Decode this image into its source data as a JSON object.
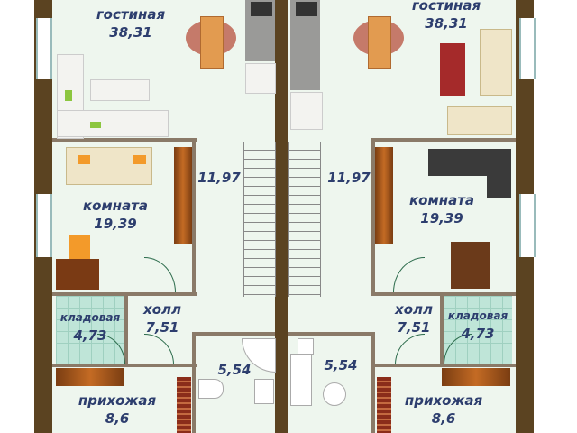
{
  "plan": {
    "left": {
      "living": {
        "name": "гостиная",
        "area": "38,31"
      },
      "room": {
        "name": "комната",
        "area": "19,39"
      },
      "stairs": {
        "area": "11,97"
      },
      "storage": {
        "name": "кладовая",
        "area": "4,73"
      },
      "hall": {
        "name": "холл",
        "area": "7,51"
      },
      "bathroom": {
        "area": "5,54"
      },
      "entry": {
        "name": "прихожая",
        "area": "8,6"
      }
    },
    "right": {
      "living": {
        "name": "гостиная",
        "area": "38,31"
      },
      "room": {
        "name": "комната",
        "area": "19,39"
      },
      "stairs": {
        "area": "11,97"
      },
      "storage": {
        "name": "кладовая",
        "area": "4,73"
      },
      "hall": {
        "name": "холл",
        "area": "7,51"
      },
      "bathroom": {
        "area": "5,54"
      },
      "entry": {
        "name": "прихожая",
        "area": "8,6"
      }
    }
  },
  "colors": {
    "wall": "#5b4321",
    "floor": "#eef6ee",
    "label": "#2d3e6e",
    "storage_tile": "#bfe5d8"
  }
}
